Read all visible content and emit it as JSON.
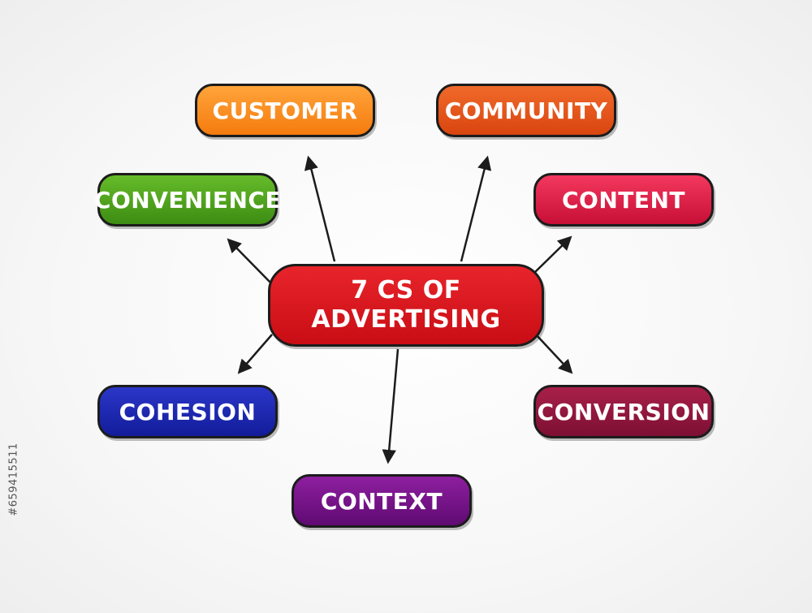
{
  "center": {
    "line1": "7 CS OF",
    "line2": "ADVERTISING"
  },
  "nodes": {
    "customer": "CUSTOMER",
    "community": "COMMUNITY",
    "convenience": "CONVENIENCE",
    "content": "CONTENT",
    "cohesion": "COHESION",
    "conversion": "CONVERSION",
    "context": "CONTEXT"
  },
  "stock_id": "#659415511",
  "colors": {
    "center": "#d4141b",
    "customer": "#f78a1d",
    "community": "#e3561b",
    "convenience": "#4fa31c",
    "content": "#dd1f47",
    "cohesion": "#1a25ae",
    "conversion": "#921640",
    "context": "#751488"
  }
}
